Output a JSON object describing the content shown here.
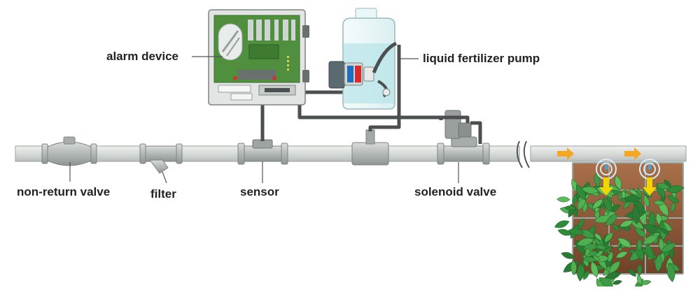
{
  "labels": {
    "alarm_device": "alarm device",
    "fertilizer_pump": "liquid fertilizer pump",
    "non_return_valve": "non-return valve",
    "filter": "filter",
    "sensor": "sensor",
    "solenoid_valve": "solenoid valve"
  },
  "colors": {
    "pipe": "#d7dbd8",
    "pipe_edge": "#8f9593",
    "cable": "#4b4f50",
    "flow_arrow": "#f5a623",
    "drip_arrow": "#f2d400",
    "board": "#4f8f3e",
    "tank": "#cfeef0",
    "foliage": "#3f9a45"
  }
}
